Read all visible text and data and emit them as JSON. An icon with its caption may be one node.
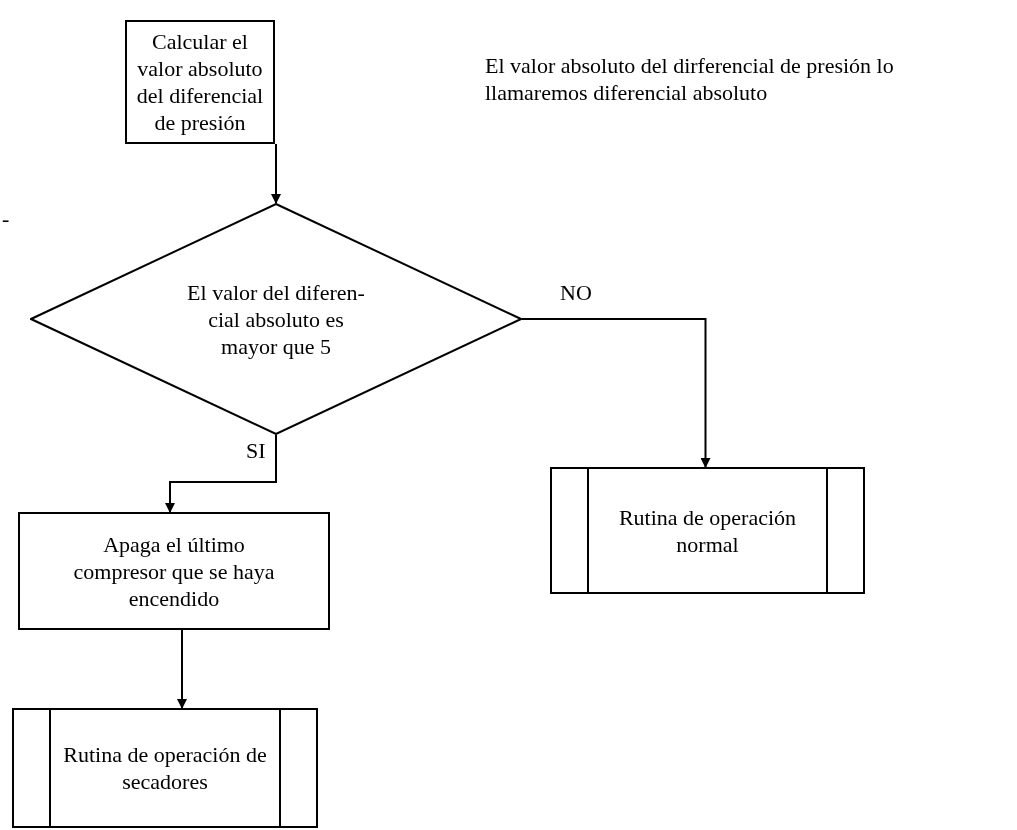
{
  "diagram": {
    "nodes": [
      {
        "text": [
          "Calcular el valor absoluto del diferencial de presión"
        ]
      },
      {
        "text": [
          "El valor del diferen- cial absoluto es mayor que 5"
        ]
      },
      {
        "text": [
          "Apaga el último compresor que se haya encendido"
        ]
      },
      {
        "text": [
          "Rutina de operación normal"
        ]
      },
      {
        "text": [
          "Rutina de operación de secadores"
        ]
      }
    ],
    "edges": [
      {
        "from": 0,
        "to": 1,
        "arrow": "to"
      },
      {
        "from": 1,
        "to": 3,
        "arrow": "to",
        "label": "NO"
      },
      {
        "from": 1,
        "to": 2,
        "arrow": "to",
        "label": "SI"
      },
      {
        "from": 2,
        "to": 4,
        "arrow": "to"
      }
    ],
    "labels": [
      "El valor absoluto del dirferencial de presión lo llamaremos diferencial absoluto",
      "-"
    ]
  }
}
